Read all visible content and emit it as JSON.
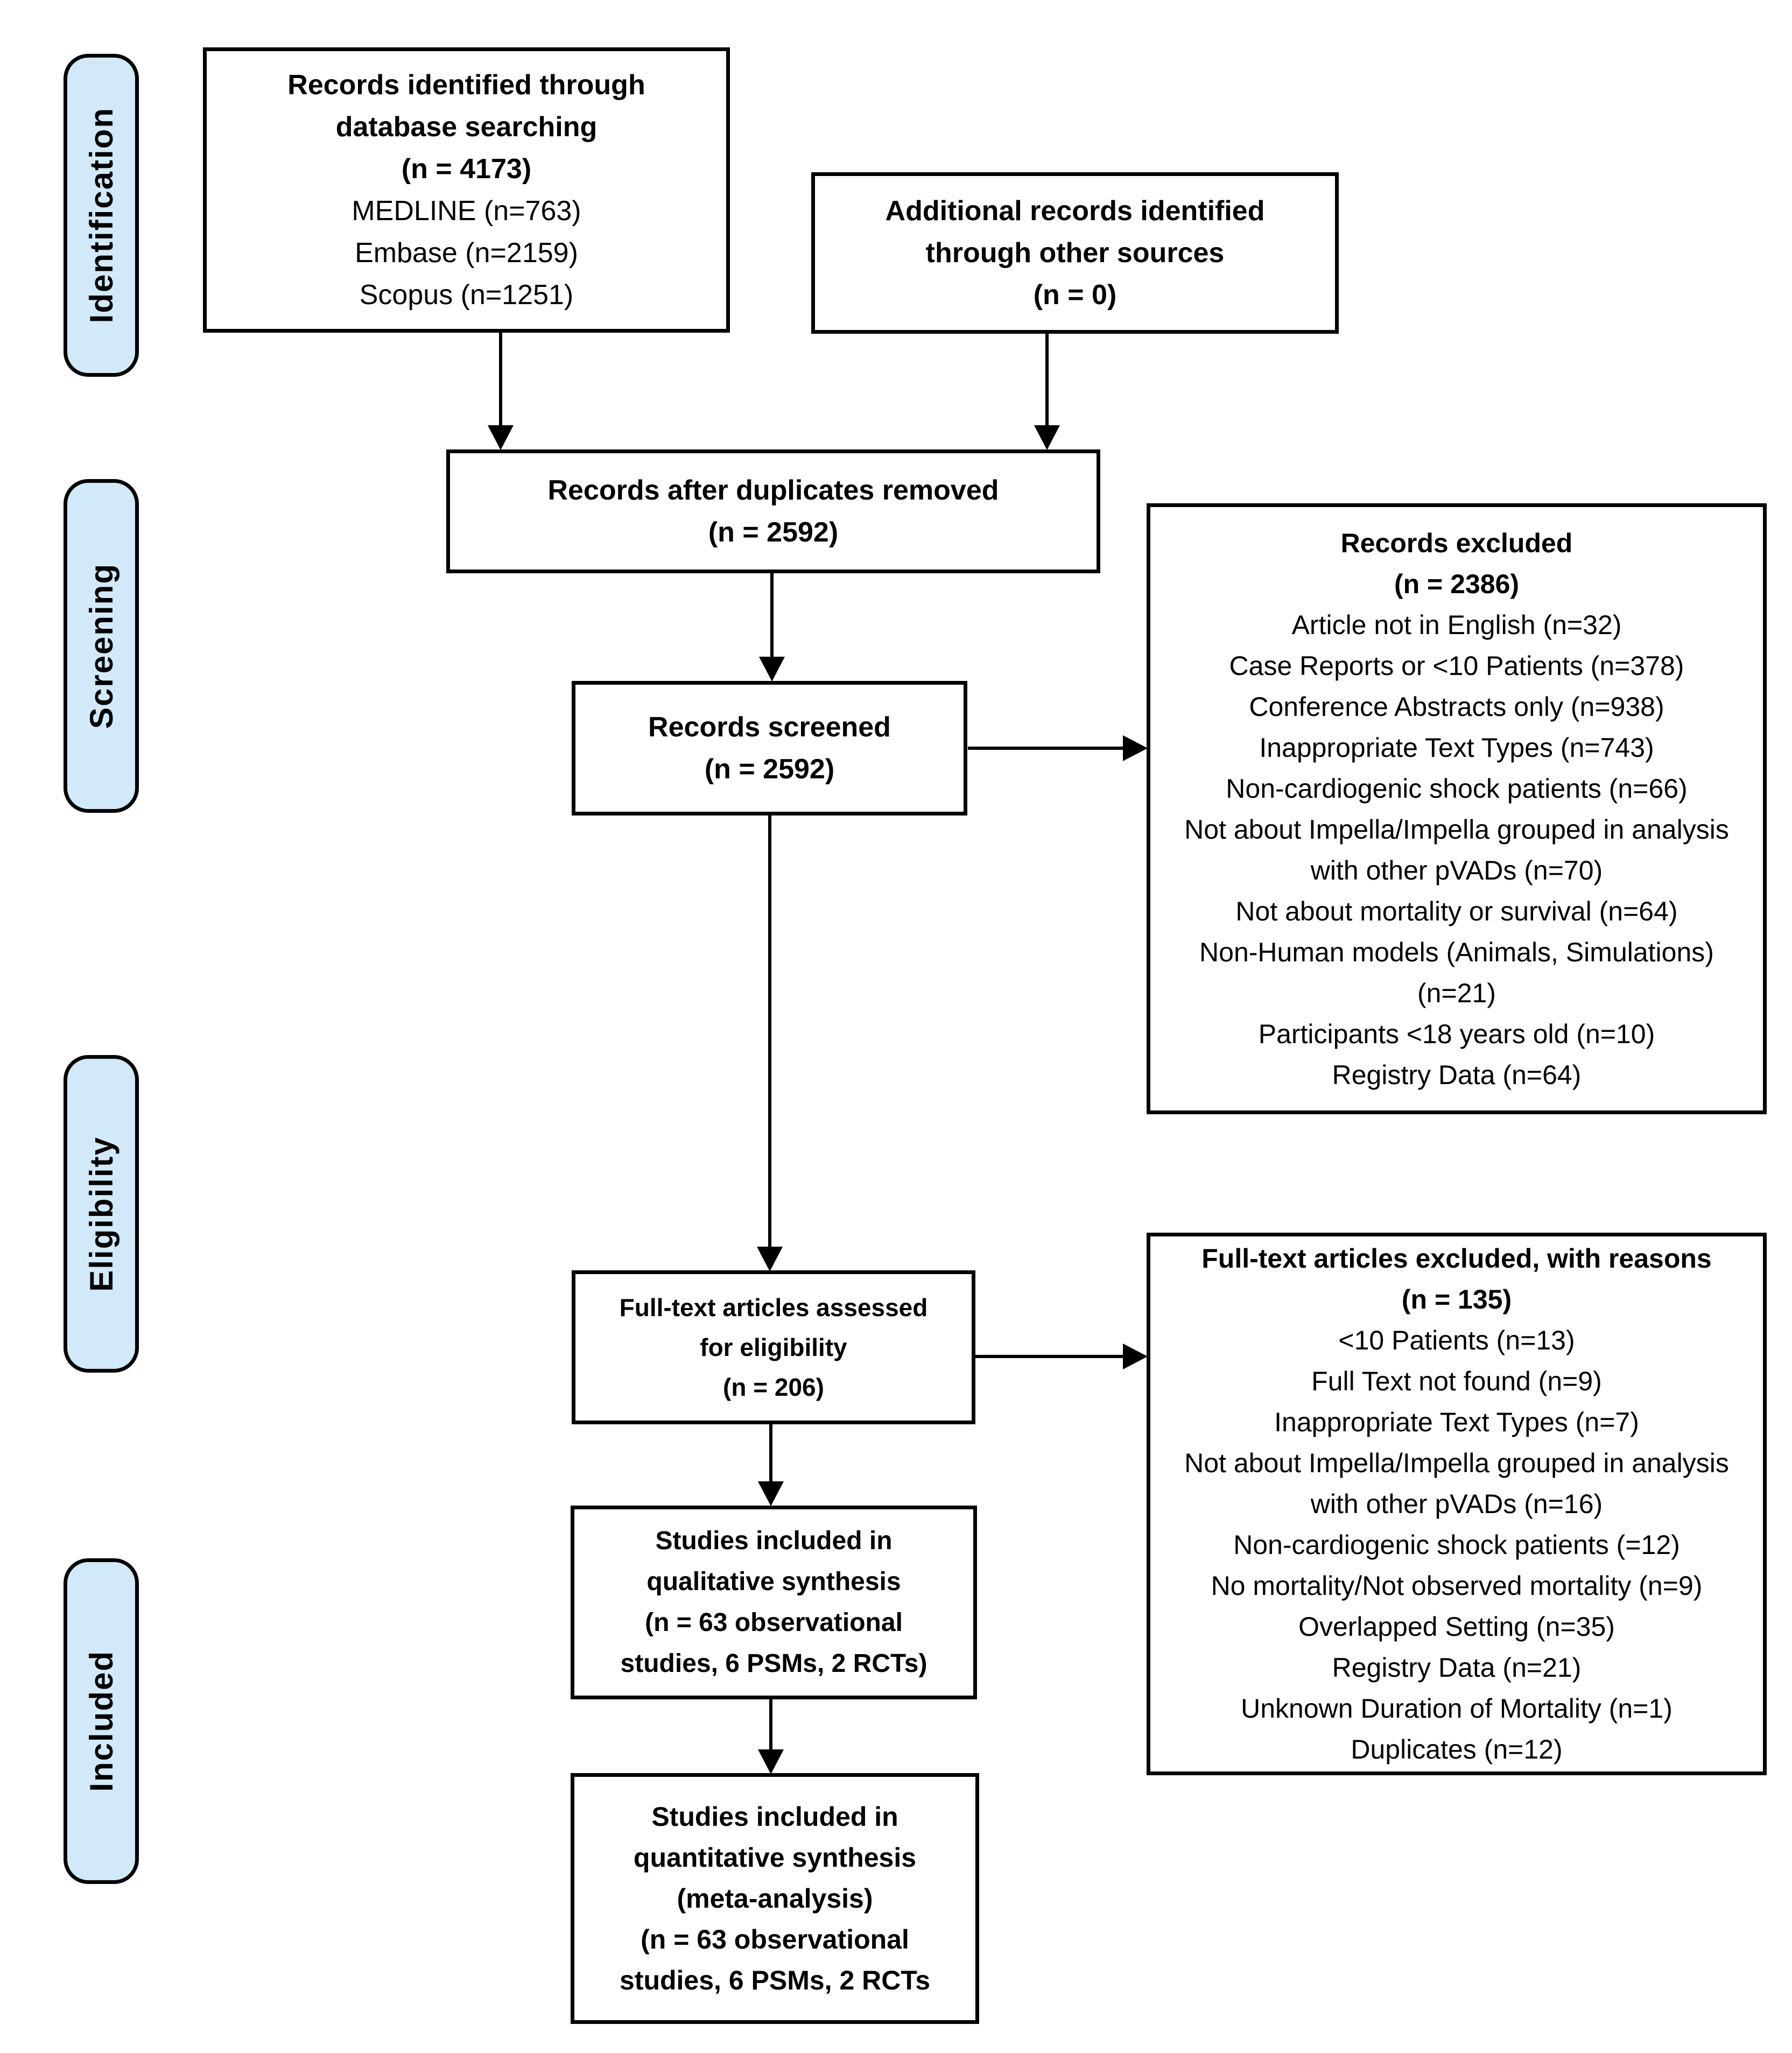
{
  "colors": {
    "stage_fill": "#D2E9F9",
    "line": "#000000",
    "box_fill": "#FFFFFF",
    "page_bg": "#FFFFFF"
  },
  "stages": [
    {
      "label": "Identification"
    },
    {
      "label": "Screening"
    },
    {
      "label": "Eligibility"
    },
    {
      "label": "Included"
    }
  ],
  "boxes": {
    "identified": {
      "bold_lines": [
        "Records identified through",
        "database searching",
        "(n = 4173)"
      ],
      "lines": [
        "MEDLINE (n=763)",
        "Embase (n=2159)",
        "Scopus (n=1251)"
      ]
    },
    "additional": {
      "bold_lines": [
        "Additional records identified",
        "through other sources",
        "(n = 0)"
      ]
    },
    "duplicates": {
      "bold_lines": [
        "Records after duplicates removed",
        "(n = 2592)"
      ]
    },
    "screened": {
      "bold_lines": [
        "Records screened",
        "(n = 2592)"
      ]
    },
    "records_excluded": {
      "title_lines": [
        "Records excluded",
        "(n = 2386)"
      ],
      "items": [
        "Article not in English (n=32)",
        "Case Reports or <10 Patients (n=378)",
        "Conference Abstracts only (n=938)",
        "Inappropriate Text Types (n=743)",
        "Non-cardiogenic shock patients (n=66)",
        "Not about Impella/Impella grouped in analysis with other pVADs (n=70)",
        "Not about mortality or survival (n=64)",
        "Non-Human models (Animals, Simulations) (n=21)",
        "Participants <18 years old (n=10)",
        "Registry Data (n=64)"
      ]
    },
    "fulltext": {
      "bold_lines": [
        "Full-text articles assessed",
        "for eligibility",
        "(n = 206)"
      ]
    },
    "fulltext_excluded": {
      "title_lines": [
        "Full-text articles excluded, with reasons",
        "(n = 135)"
      ],
      "items": [
        "<10 Patients (n=13)",
        "Full Text not found (n=9)",
        "Inappropriate Text Types (n=7)",
        "Not about Impella/Impella grouped in analysis with other pVADs (n=16)",
        "Non-cardiogenic shock patients (=12)",
        "No mortality/Not observed mortality (n=9)",
        "Overlapped Setting (n=35)",
        "Registry Data (n=21)",
        "Unknown Duration of Mortality (n=1)",
        "Duplicates (n=12)"
      ]
    },
    "qualitative": {
      "bold_lines": [
        "Studies included in",
        "qualitative synthesis",
        "(n = 63 observational",
        "studies, 6 PSMs, 2 RCTs)"
      ]
    },
    "quantitative": {
      "bold_lines": [
        "Studies included in",
        "quantitative synthesis",
        "(meta-analysis)",
        "(n = 63 observational",
        "studies, 6 PSMs, 2 RCTs"
      ]
    }
  }
}
